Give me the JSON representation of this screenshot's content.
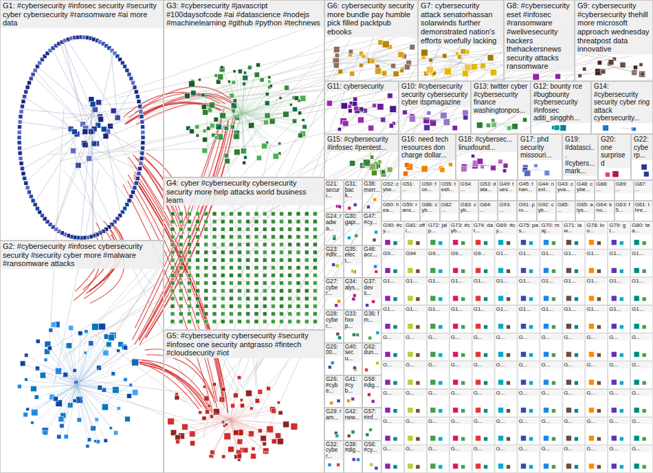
{
  "diagram": {
    "nodes": [
      {
        "text": [
          "G1: #cybersecurity #infosec security #security cyber cybersecurity #ransomware #ai more data"
        ]
      },
      {
        "text": [
          "G3: #cybersecurity #javascript #100daysofcode #ai #datascience #nodejs #machinelearning #github #python #technews"
        ]
      },
      {
        "text": [
          "G6: cybersecurity security more bundle pay humble pick filled packtpub ebooks"
        ]
      },
      {
        "text": [
          "G7: cybersecurity attack senatorhassan solarwinds further demonstrated nation's efforts woefully lacking"
        ]
      },
      {
        "text": [
          "G8: #cybersecurity eset #infosec #ransomware #welivesecurity hackers thehackersnews security attacks ransomware"
        ]
      },
      {
        "text": [
          "G9: cybersecurity #cybersecurity thehill more microsoft approach wednesday threatpost data innovative"
        ]
      },
      {
        "text": [
          "G11: cybersecurity"
        ]
      },
      {
        "text": [
          "G10: #cybersecurity security cybersecurity cyber itspmagazine"
        ]
      },
      {
        "text": [
          "G13: twitter cyber #cybersecurity finance washingtonpos..."
        ]
      },
      {
        "text": [
          "G12: bounty rce #bugbounty #cybersecurity #infosec aditi_singghh..."
        ]
      },
      {
        "text": [
          "G14: #cybersecurity security cyber ring attack cybersecurity..."
        ]
      },
      {
        "text": [
          "G15: #cybersecurity #infosec #pentest..."
        ]
      },
      {
        "text": [
          "G16: need tech resources don charge dollar..."
        ]
      },
      {
        "text": [
          "G18: #cybersec... linuxfound..."
        ]
      },
      {
        "text": [
          "G17: phd security missouri..."
        ]
      },
      {
        "text": [
          "G19: #datasci... #cybers... mark..."
        ]
      },
      {
        "text": [
          "G20: one surprised"
        ]
      },
      {
        "text": [
          "G22: cyberp..."
        ]
      },
      {
        "text": [
          "G2: #cybersecurity #infosec cybersecurity security #security cyber more #malware #ransomware attacks"
        ]
      },
      {
        "text": [
          "G4: cyber #cybersecurity cybersecurity security more help attacks world business learn"
        ]
      },
      {
        "text": [
          "G5: #cybersecurity cybersecurity #security #infosec one security antgrasso #fintech #cloudsecurity #iot"
        ]
      },
      {
        "text": [
          "G21: securi..."
        ]
      },
      {
        "text": [
          "G24: radwa..."
        ]
      },
      {
        "text": [
          "G23: #dfir..."
        ]
      },
      {
        "text": [
          "G27: cyber..."
        ]
      },
      {
        "text": [
          "G28: cyber..."
        ]
      },
      {
        "text": [
          "G25: 00..."
        ]
      },
      {
        "text": [
          "G26: #cybe..."
        ]
      },
      {
        "text": [
          "G29: ram..."
        ]
      },
      {
        "text": [
          "G32: cyber..."
        ]
      },
      {
        "text": [
          "G31: back..."
        ]
      },
      {
        "text": [
          "G30: gapi..."
        ]
      },
      {
        "text": [
          "G35: elect..."
        ]
      },
      {
        "text": [
          "G34: alys..."
        ]
      },
      {
        "text": [
          "G33: hxxp..."
        ]
      },
      {
        "text": [
          "G40: secu..."
        ]
      },
      {
        "text": [
          "G41: #cyb..."
        ]
      },
      {
        "text": [
          "G42: new..."
        ]
      },
      {
        "text": [
          "G39: #dig..."
        ]
      },
      {
        "text": [
          "G38: merr..."
        ]
      },
      {
        "text": [
          "G47: #cy..."
        ]
      },
      {
        "text": [
          "G46: acc..."
        ]
      },
      {
        "text": [
          "G37: devs..."
        ]
      },
      {
        "text": [
          "G36: fm..."
        ]
      },
      {
        "text": [
          "G62: duri..."
        ]
      },
      {
        "text": [
          "G58: #dig..."
        ]
      },
      {
        "text": [
          "G57: #inf..."
        ]
      },
      {
        "text": [
          "G56: #cy..."
        ]
      },
      {
        "text": [
          "G52: cybe..."
        ]
      },
      {
        "text": [
          "G51: ..."
        ]
      },
      {
        "text": [
          "G50: fox..."
        ]
      },
      {
        "text": [
          "G55: testi..."
        ]
      },
      {
        "text": [
          "G54: ..."
        ]
      },
      {
        "text": [
          "G53: data..."
        ]
      },
      {
        "text": [
          "G49: tues..."
        ]
      },
      {
        "text": [
          "G45: than..."
        ]
      },
      {
        "text": [
          "G44: next..."
        ]
      },
      {
        "text": [
          "G43: cyva..."
        ]
      },
      {
        "text": [
          "G48: cybe..."
        ]
      },
      {
        "text": [
          "G88: ..."
        ]
      },
      {
        "text": [
          "G89: ..."
        ]
      },
      {
        "text": [
          "G87: ..."
        ]
      },
      {
        "text": [
          "G60: hea..."
        ]
      },
      {
        "text": [
          "G59: rans..."
        ]
      },
      {
        "text": [
          "G86: cyb..."
        ]
      },
      {
        "text": [
          "G82: ..."
        ]
      },
      {
        "text": [
          "G83: cyb..."
        ]
      },
      {
        "text": [
          "G84: ..."
        ]
      },
      {
        "text": [
          "G93: ..."
        ]
      },
      {
        "text": [
          "G91: pro..."
        ]
      },
      {
        "text": [
          "G92: cyb..."
        ]
      },
      {
        "text": [
          "G85: ..."
        ]
      },
      {
        "text": [
          "G65: alys..."
        ]
      },
      {
        "text": [
          "G64: kno..."
        ]
      },
      {
        "text": [
          "G63: f5..."
        ]
      },
      {
        "text": [
          "G61: thre..."
        ]
      }
    ],
    "labels": [
      "G90: #cy...",
      "G81: offi...",
      "G72: jalp...",
      "G73: #cyb...",
      "G74: dat...",
      "G69: #cy...",
      "G75: pas...",
      "G70: maj...",
      "G71: law...",
      "G78: loo...",
      "G79: gt...",
      "G80: tea...",
      "G9...",
      "G94",
      "G9...",
      "G9...",
      "G9...",
      "G1...",
      "G1...",
      "G1...",
      "G1...",
      "G1...",
      "G1...",
      "G1...",
      "G1...",
      "G1...",
      "G1...",
      "G1...",
      "G1...",
      "G1...",
      "G1...",
      "G1...",
      "G1...",
      "G1...",
      "G1...",
      "G1...",
      "G1...",
      "G1...",
      "G1...",
      "G1...",
      "G1...",
      "G1...",
      "G1...",
      "G1...",
      "G1...",
      "G1...",
      "G1...",
      "G1...",
      "G...",
      "G...",
      "G...",
      "G...",
      "G...",
      "G...",
      "G...",
      "G...",
      "G...",
      "G...",
      "G...",
      "G...",
      "G...",
      "G...",
      "G...",
      "G...",
      "G...",
      "G...",
      "G...",
      "G...",
      "G...",
      "G...",
      "G...",
      "G...",
      "G...",
      "G...",
      "G...",
      "G...",
      "G...",
      "G...",
      "G...",
      "G...",
      "G...",
      "G...",
      "G...",
      "G...",
      "G...",
      "G...",
      "G...",
      "G...",
      "G...",
      "G...",
      "G...",
      "G...",
      "G...",
      "G...",
      "G...",
      "G...",
      "G...",
      "G...",
      "G...",
      "G...",
      "G...",
      "G...",
      "G...",
      "G...",
      "G...",
      "G...",
      "G...",
      "G..."
    ]
  }
}
